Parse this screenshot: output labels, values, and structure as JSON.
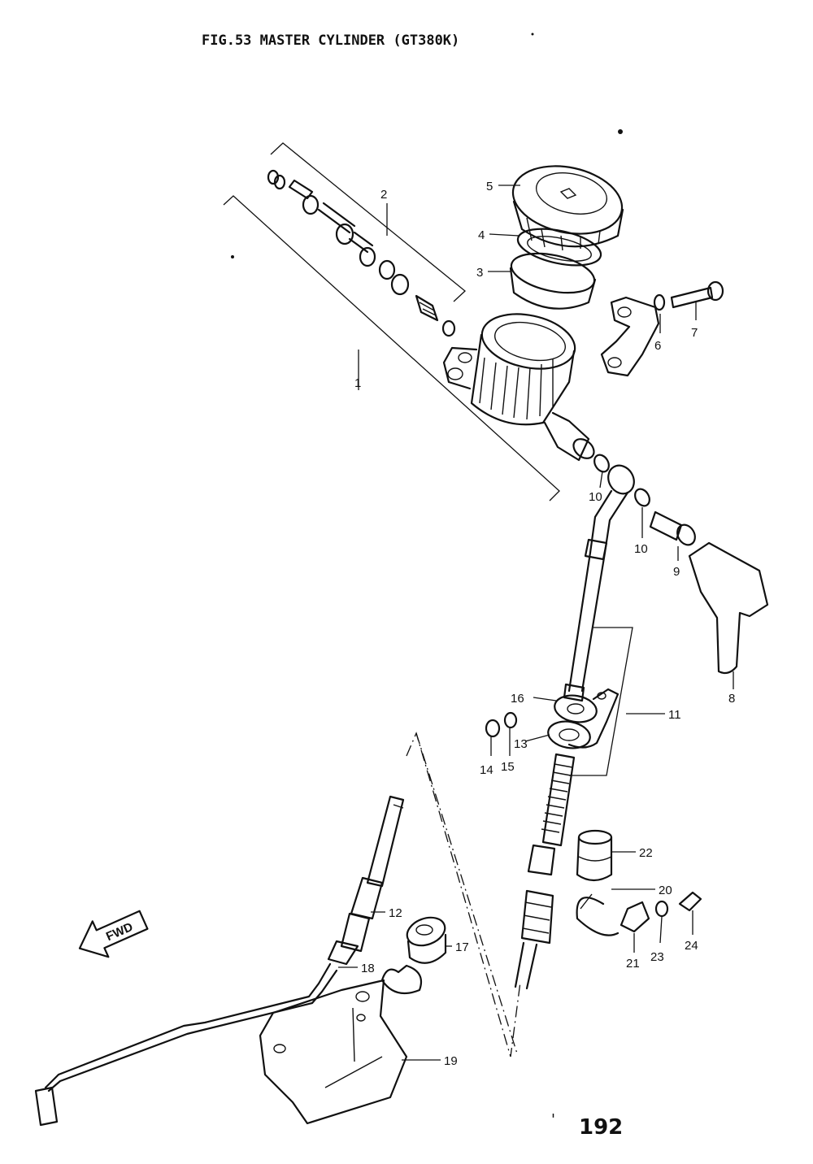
{
  "title": "FIG.53  MASTER CYLINDER (GT380K)",
  "page_number": "192",
  "page_mark": "'",
  "fwd_label": "FWD",
  "callouts": {
    "n1": "1",
    "n2": "2",
    "n3": "3",
    "n4": "4",
    "n5": "5",
    "n6": "6",
    "n7": "7",
    "n8": "8",
    "n9": "9",
    "n10a": "10",
    "n10b": "10",
    "n11": "11",
    "n12": "12",
    "n13": "13",
    "n14": "14",
    "n15": "15",
    "n16": "16",
    "n17": "17",
    "n18": "18",
    "n19": "19",
    "n20": "20",
    "n21": "21",
    "n22": "22",
    "n23": "23",
    "n24": "24"
  }
}
